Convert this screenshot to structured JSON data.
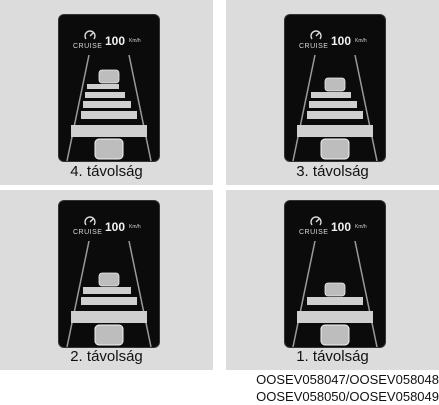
{
  "panels": [
    {
      "caption": "4. távolság",
      "cruise_label": "CRUISE",
      "speed": "100",
      "unit": "Km/h",
      "distance_level": 4
    },
    {
      "caption": "3. távolság",
      "cruise_label": "CRUISE",
      "speed": "100",
      "unit": "Km/h",
      "distance_level": 3
    },
    {
      "caption": "2. távolság",
      "cruise_label": "CRUISE",
      "speed": "100",
      "unit": "Km/h",
      "distance_level": 2
    },
    {
      "caption": "1. távolság",
      "cruise_label": "CRUISE",
      "speed": "100",
      "unit": "Km/h",
      "distance_level": 1
    }
  ],
  "codes": {
    "line1": "OOSEV058047/OOSEV058048",
    "line2": "OOSEV058050/OOSEV058049"
  },
  "colors": {
    "panel_bg": "#dcdcdc",
    "screen_bg": "#0b0b0b",
    "road_bar": "#cfcfcf",
    "car": "#bdbdbd"
  }
}
